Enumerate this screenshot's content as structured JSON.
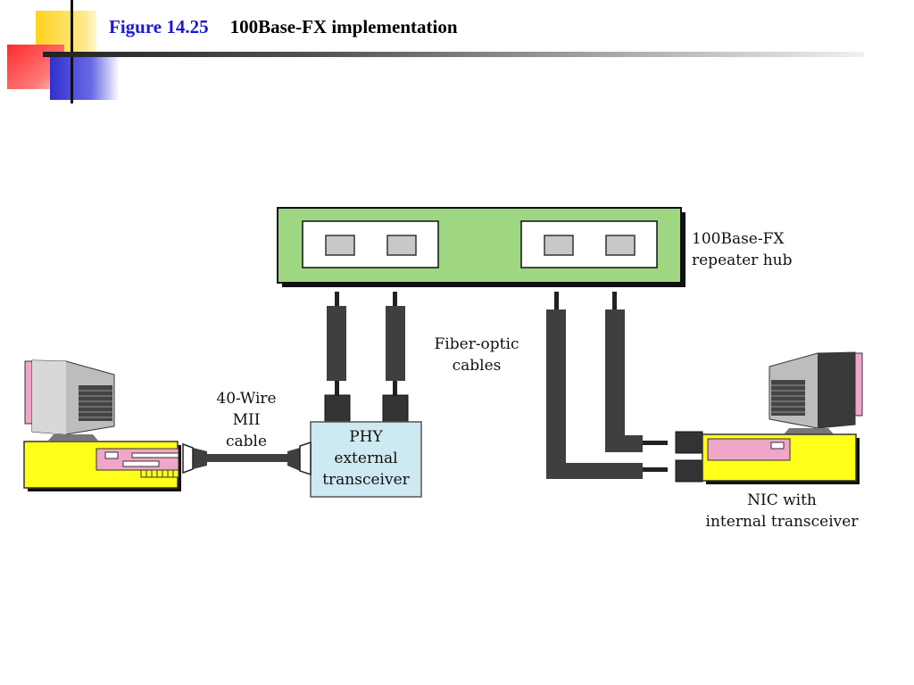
{
  "header": {
    "figure_label": "Figure 14.25",
    "figure_caption": "100Base-FX implementation"
  },
  "diagram": {
    "hub_label_line1": "100Base-FX",
    "hub_label_line2": "repeater hub",
    "fiber_label_line1": "Fiber-optic",
    "fiber_label_line2": "cables",
    "mii_label_line1": "40-Wire",
    "mii_label_line2": "MII",
    "mii_label_line3": "cable",
    "phy_label_line1": "PHY",
    "phy_label_line2": "external",
    "phy_label_line3": "transceiver",
    "nic_label_line1": "NIC with",
    "nic_label_line2": "internal transceiver"
  },
  "colors": {
    "hub_fill": "#9ed682",
    "phy_fill": "#cde9f1",
    "computer_base": "#ffff1a",
    "computer_accent": "#f0a6c8",
    "cable": "#3f3f3f",
    "title_blue": "#1a1ad2",
    "deco_yellow": "#ffd21f",
    "deco_red": "#ff3b3b",
    "deco_blue": "#3a3ad6"
  }
}
